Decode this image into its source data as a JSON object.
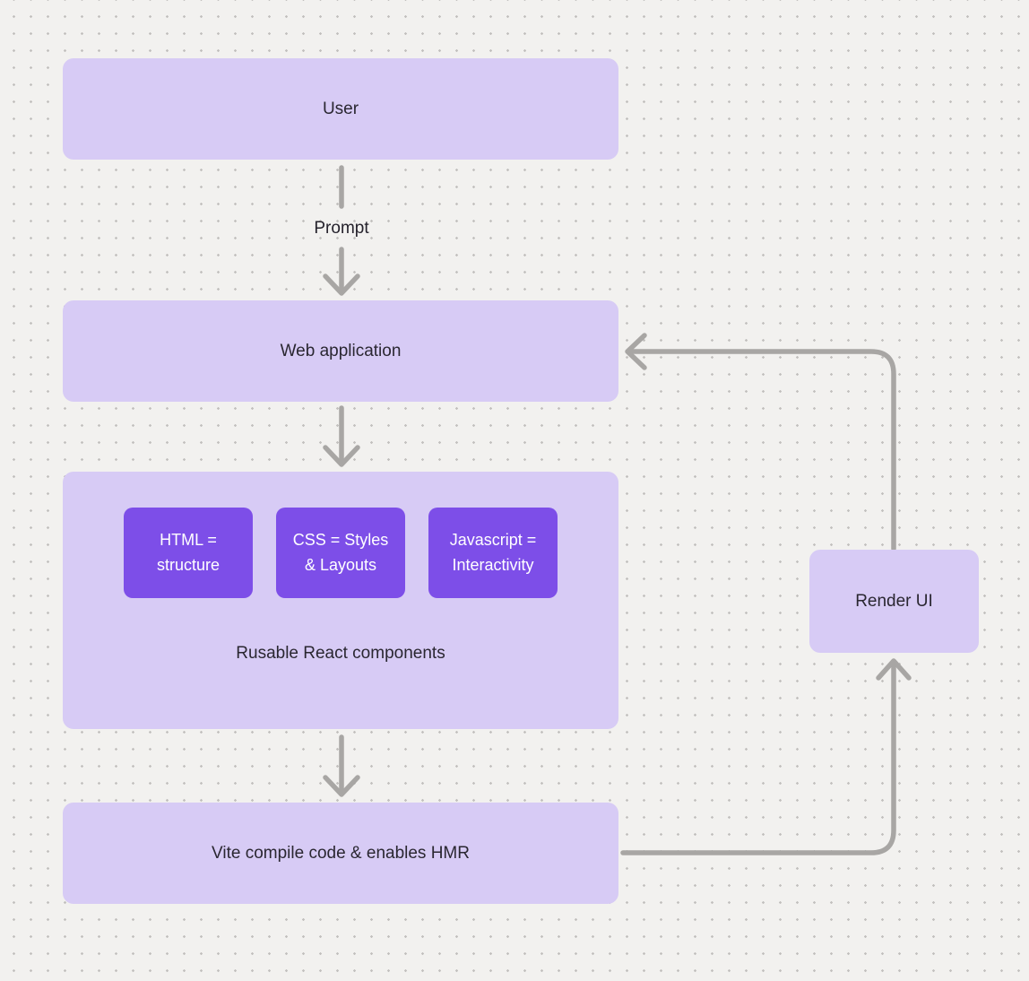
{
  "diagram": {
    "background": {
      "color": "#f2f1ef",
      "dot_color": "#c3c1bf"
    },
    "colors": {
      "node_fill": "#d7cbf5",
      "chip_fill": "#7d4ee8",
      "chip_text": "#ffffff",
      "node_text": "#2a2731",
      "connector": "#a8a6a4"
    },
    "nodes": {
      "user": {
        "label": "User"
      },
      "web_application": {
        "label": "Web application"
      },
      "components": {
        "label": "Rusable React components",
        "chips": [
          {
            "label": "HTML = structure"
          },
          {
            "label": "CSS = Styles & Layouts"
          },
          {
            "label": "Javascript = Interactivity"
          }
        ]
      },
      "vite": {
        "label": "Vite compile code & enables HMR"
      },
      "render_ui": {
        "label": "Render UI"
      }
    },
    "edges": [
      {
        "from": "user",
        "to": "web_application",
        "label": "Prompt"
      },
      {
        "from": "web_application",
        "to": "components",
        "label": ""
      },
      {
        "from": "components",
        "to": "vite",
        "label": ""
      },
      {
        "from": "vite",
        "to": "render_ui",
        "label": ""
      },
      {
        "from": "render_ui",
        "to": "web_application",
        "label": ""
      }
    ]
  }
}
